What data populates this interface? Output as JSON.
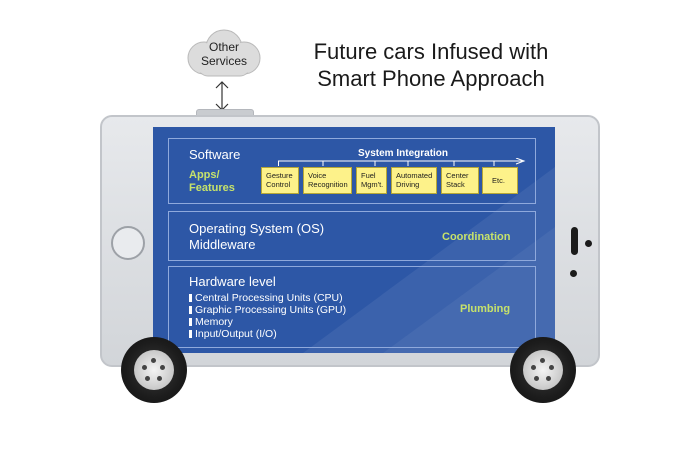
{
  "title": {
    "line1": "Future cars Infused with",
    "line2": "Smart Phone Approach"
  },
  "cloud": {
    "line1": "Other",
    "line2": "Services"
  },
  "software": {
    "label": "Software",
    "apps_label_1": "Apps/",
    "apps_label_2": "Features",
    "system_integration": "System Integration",
    "modules": [
      {
        "l1": "Gesture",
        "l2": "Control"
      },
      {
        "l1": "Voice",
        "l2": "Recognition"
      },
      {
        "l1": "Fuel",
        "l2": "Mgm't."
      },
      {
        "l1": "Automated",
        "l2": "Driving"
      },
      {
        "l1": "Center",
        "l2": "Stack"
      },
      {
        "l1": "Etc.",
        "l2": ""
      }
    ]
  },
  "os": {
    "line1": "Operating System (OS)",
    "line2": "Middleware",
    "role": "Coordination"
  },
  "hardware": {
    "label": "Hardware level",
    "items": [
      "Central Processing Units (CPU)",
      "Graphic Processing Units (GPU)",
      "Memory",
      "Input/Output (I/O)"
    ],
    "role": "Plumbing"
  },
  "colors": {
    "screen": "#2d57a6",
    "accent_green": "#c6e26b",
    "module_fill": "#fdf28a"
  }
}
